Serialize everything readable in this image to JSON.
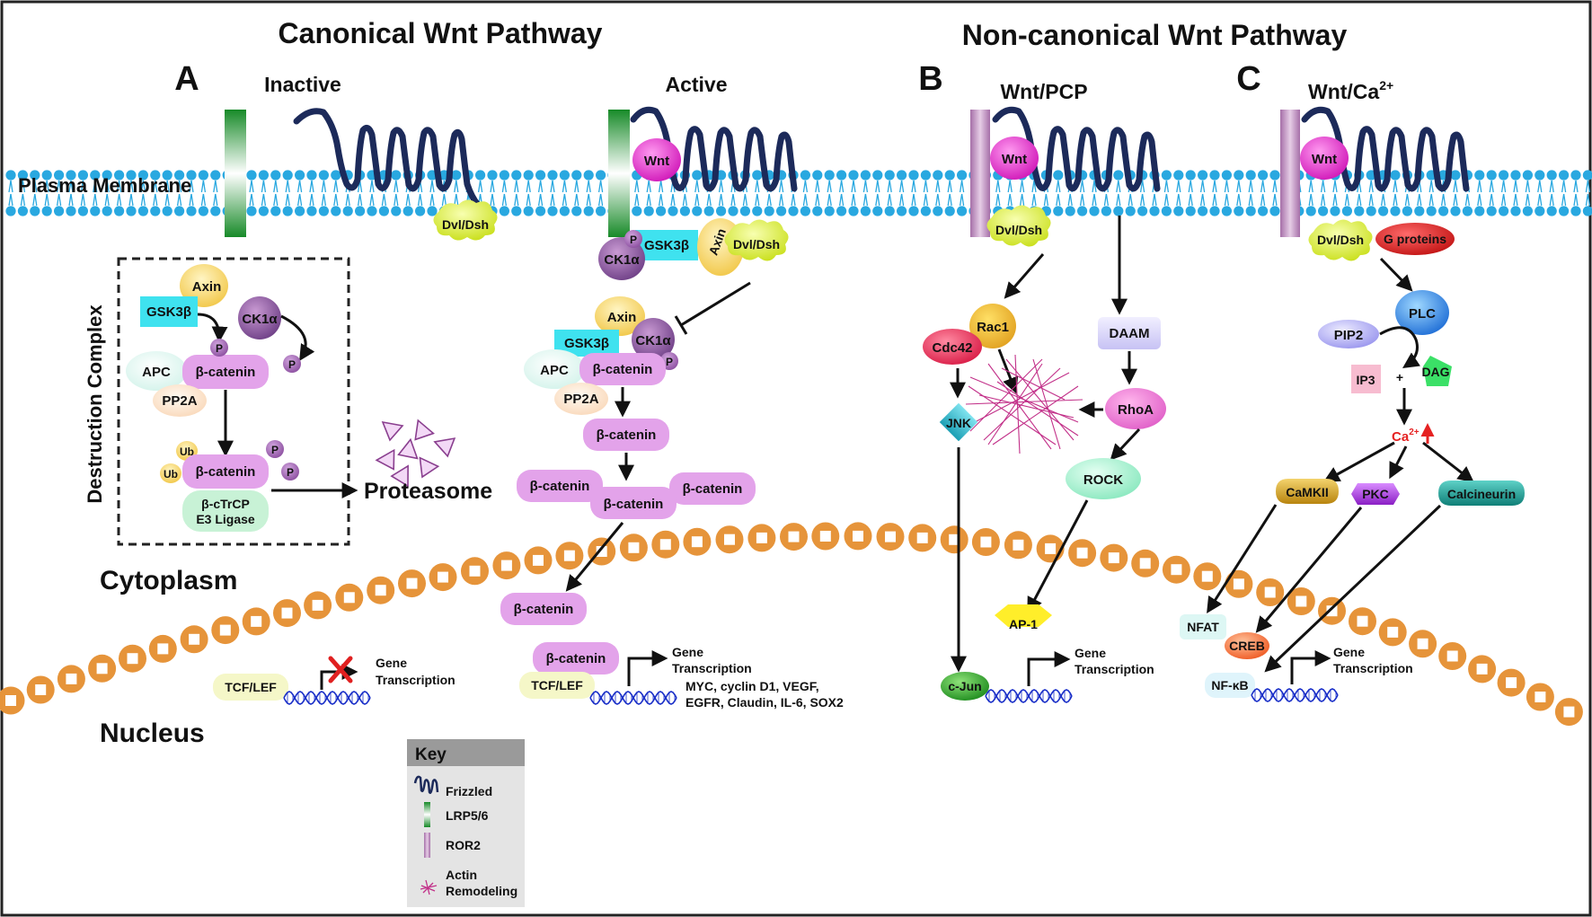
{
  "titles": {
    "canonical": "Canonical Wnt Pathway",
    "noncanonical": "Non-canonical Wnt Pathway"
  },
  "panels": {
    "a": "A",
    "b": "B",
    "c": "C",
    "inactive": "Inactive",
    "active": "Active",
    "pcp": "Wnt/PCP",
    "ca_prefix": "Wnt/Ca",
    "ca_sup": "2+"
  },
  "regions": {
    "membrane": "Plasma Membrane",
    "cytoplasm": "Cytoplasm",
    "nucleus": "Nucleus",
    "destruction_complex": "Destruction Complex"
  },
  "molecules": {
    "wnt": "Wnt",
    "dvl": "Dvl/Dsh",
    "axin": "Axin",
    "gsk3b": "GSK3β",
    "ck1a": "CK1α",
    "apc": "APC",
    "pp2a": "PP2A",
    "bcat": "β-catenin",
    "p": "P",
    "ub": "Ub",
    "btrcp_1": "β-cTrCP",
    "btrcp_2": "E3 Ligase",
    "proteasome": "Proteasome",
    "tcflef": "TCF/LEF",
    "gene_1": "Gene",
    "gene_2": "Transcription",
    "targets_1": "MYC, cyclin D1, VEGF,",
    "targets_2": "EGFR, Claudin, IL-6, SOX2",
    "rac1": "Rac1",
    "cdc42": "Cdc42",
    "daam": "DAAM",
    "rhoa": "RhoA",
    "jnk": "JNK",
    "rock": "ROCK",
    "ap1": "AP-1",
    "cjun": "c-Jun",
    "gproteins": "G proteins",
    "plc": "PLC",
    "pip2": "PIP2",
    "ip3": "IP3",
    "plus": "+",
    "dag": "DAG",
    "ca": "Ca",
    "ca_sup": "2+",
    "camkii": "CaMKII",
    "pkc": "PKC",
    "calcineurin": "Calcineurin",
    "nfat": "NFAT",
    "creb": "CREB",
    "nfkb": "NF-κB"
  },
  "key": {
    "title": "Key",
    "frizzled": "Frizzled",
    "lrp": "LRP5/6",
    "ror2": "ROR2",
    "actin_1": "Actin",
    "actin_2": "Remodeling"
  },
  "colors": {
    "membrane_lipid": "#29a8e0",
    "nuclear_envelope": "#e6943a",
    "frizzled": "#1c2a5a",
    "lrp": "#1e8a2e",
    "ror2": "#b784b8",
    "bcat": "#e3a3ea",
    "wnt": "#e62ec9",
    "dvl": "#dff03a",
    "gsk3b": "#3fe2ef",
    "actin": "#c23089",
    "inhibit_x": "#e02020",
    "ca_text": "#e52222"
  }
}
